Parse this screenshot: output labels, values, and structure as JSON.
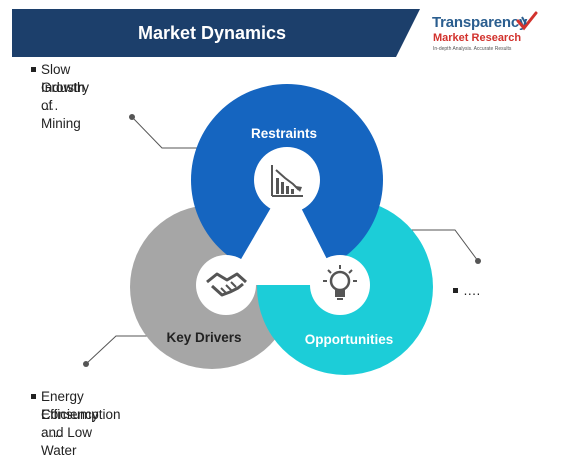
{
  "header": {
    "title": "Market Dynamics"
  },
  "logo": {
    "line1": "Transparency",
    "line2": "Market Research",
    "tagline": "In-depth Analysis. Accurate Results"
  },
  "bullets": {
    "top": [
      "Slow Growth of Mining",
      "Industry …."
    ],
    "right": "….",
    "bottom": [
      "Energy Efficiency and Low Water",
      "Consumption ….."
    ]
  },
  "circles": {
    "restraints": {
      "label": "Restraints",
      "color": "#1565c0",
      "icon": "declining-chart-icon"
    },
    "key_drivers": {
      "label": "Key Drivers",
      "color": "#a6a6a6",
      "icon": "handshake-icon"
    },
    "opportunities": {
      "label": "Opportunities",
      "color": "#1ccdd8",
      "icon": "lightbulb-icon"
    }
  },
  "colors": {
    "banner": "#1c3f6b",
    "connector": "#555555"
  }
}
